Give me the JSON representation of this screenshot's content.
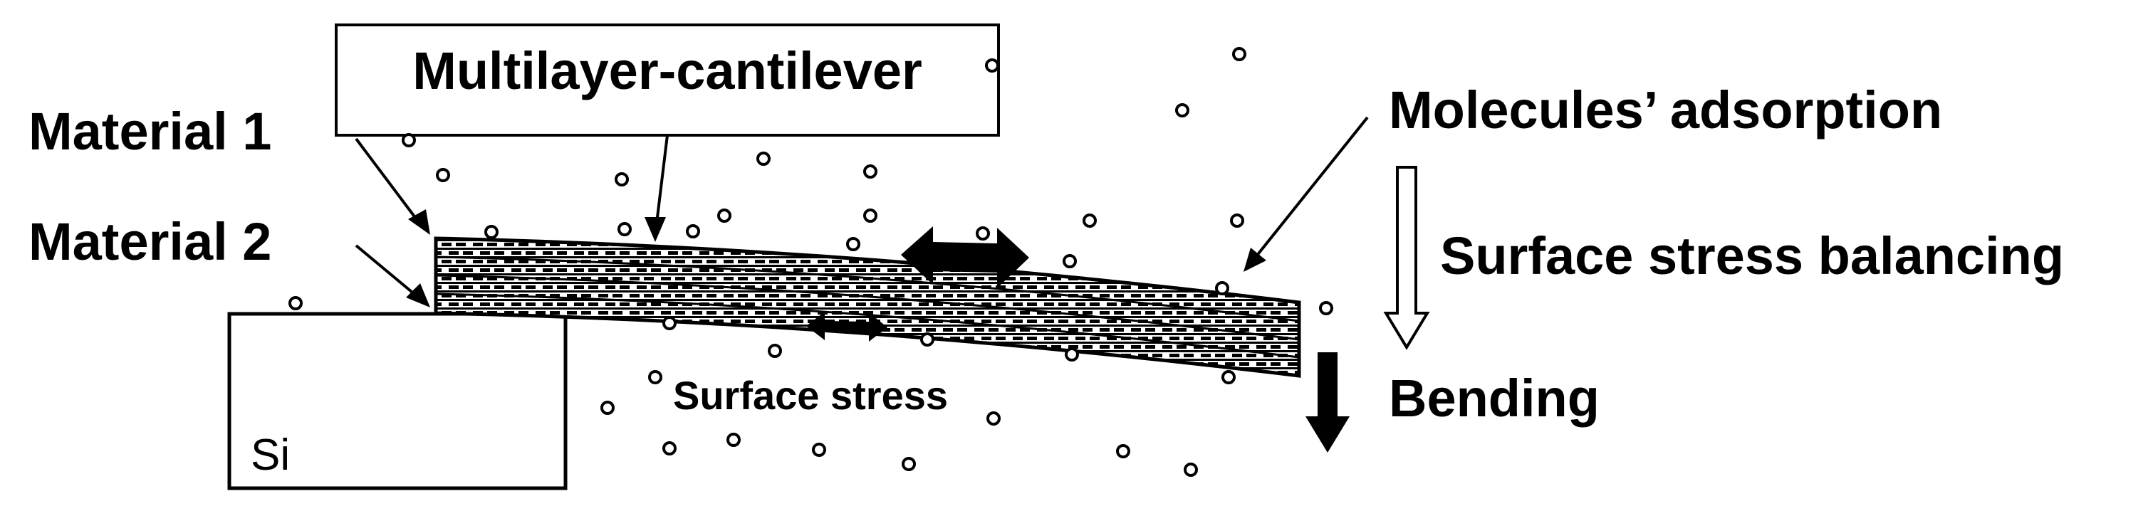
{
  "labels": {
    "cantilever": "Multilayer-cantilever",
    "material1": "Material 1",
    "material2": "Material 2",
    "adsorption": "Molecules’ adsorption",
    "balancing": "Surface stress balancing",
    "bending": "Bending",
    "surface_stress": "Surface stress",
    "substrate": "Si"
  },
  "colors": {
    "ink": "#000000",
    "background": "#ffffff"
  },
  "icons": [
    "molecule-circle-icon",
    "double-arrow-icon",
    "hollow-down-arrow-icon",
    "solid-down-arrow-icon"
  ]
}
